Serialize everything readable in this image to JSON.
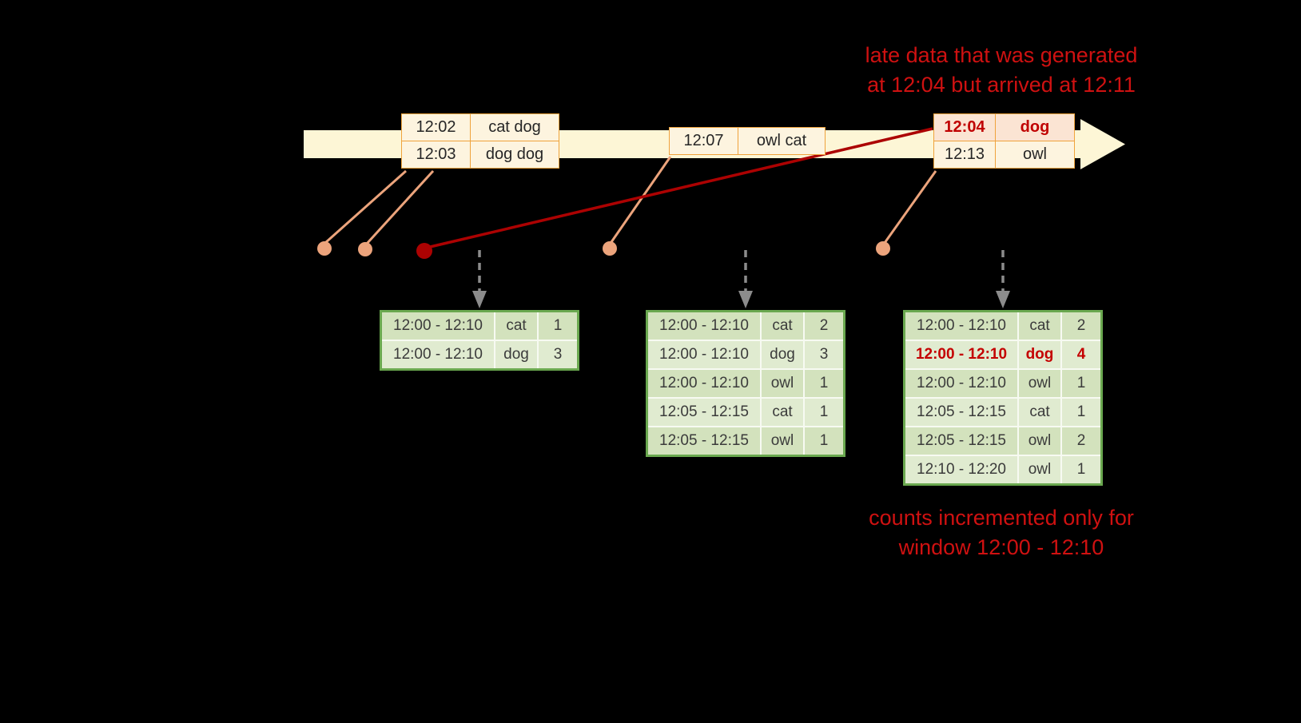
{
  "annotations": {
    "late_note_line1": "late data that was generated",
    "late_note_line2": "at 12:04 but arrived at 12:11",
    "counts_note_line1": "counts incremented only for",
    "counts_note_line2": "window 12:00 - 12:10"
  },
  "events": {
    "group1": {
      "rows": [
        {
          "time": "12:02",
          "words": "cat dog"
        },
        {
          "time": "12:03",
          "words": "dog dog"
        }
      ]
    },
    "group2": {
      "rows": [
        {
          "time": "12:07",
          "words": "owl cat"
        }
      ]
    },
    "group3": {
      "rows": [
        {
          "time": "12:04",
          "words": "dog",
          "late": true
        },
        {
          "time": "12:13",
          "words": "owl"
        }
      ]
    }
  },
  "results": {
    "table1": {
      "rows": [
        {
          "window": "12:00 - 12:10",
          "word": "cat",
          "count": "1"
        },
        {
          "window": "12:00 - 12:10",
          "word": "dog",
          "count": "3"
        }
      ]
    },
    "table2": {
      "rows": [
        {
          "window": "12:00 - 12:10",
          "word": "cat",
          "count": "2"
        },
        {
          "window": "12:00 - 12:10",
          "word": "dog",
          "count": "3"
        },
        {
          "window": "12:00 - 12:10",
          "word": "owl",
          "count": "1"
        },
        {
          "window": "12:05 - 12:15",
          "word": "cat",
          "count": "1"
        },
        {
          "window": "12:05 - 12:15",
          "word": "owl",
          "count": "1"
        }
      ]
    },
    "table3": {
      "rows": [
        {
          "window": "12:00 - 12:10",
          "word": "cat",
          "count": "2"
        },
        {
          "window": "12:00 - 12:10",
          "word": "dog",
          "count": "4",
          "highlight": true
        },
        {
          "window": "12:00 - 12:10",
          "word": "owl",
          "count": "1"
        },
        {
          "window": "12:05 - 12:15",
          "word": "cat",
          "count": "1"
        },
        {
          "window": "12:05 - 12:15",
          "word": "owl",
          "count": "2"
        },
        {
          "window": "12:10 - 12:20",
          "word": "owl",
          "count": "1"
        }
      ]
    }
  },
  "colors": {
    "background": "#000000",
    "timeline": "#fdf6d6",
    "event_border": "#efa33c",
    "event_fill": "#fdf4df",
    "late_fill": "#fbe4d3",
    "result_border": "#6aa84f",
    "result_fill_dark": "#d3e2bd",
    "result_fill_light": "#e0ebd0",
    "annotation_red": "#cf1111",
    "late_red": "#ac0202",
    "dot_salmon": "#eca47c",
    "trigger_gray": "#8c8c8c"
  }
}
